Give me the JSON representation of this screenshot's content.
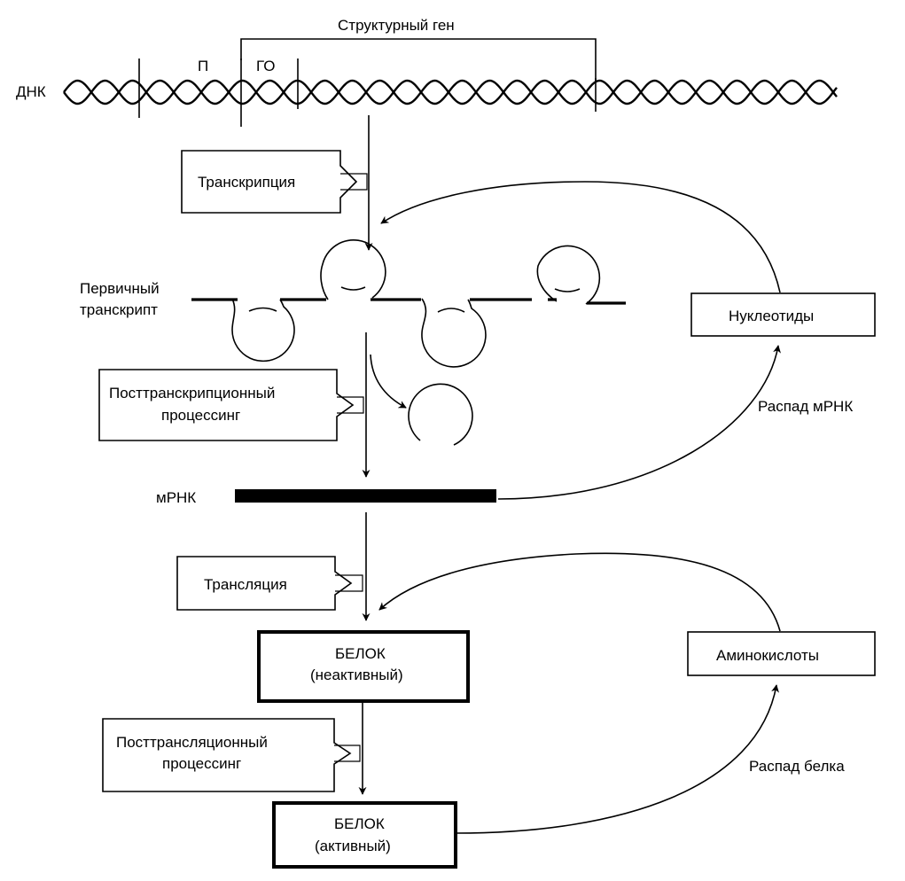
{
  "dna": {
    "label": "ДНК",
    "promoter": "П",
    "operator": "ГО",
    "structural_gene": "Структурный ген"
  },
  "steps": {
    "transcription": "Транскрипция",
    "post_transcriptional": [
      "Посттранскрипционный",
      "процессинг"
    ],
    "translation": "Трансляция",
    "post_translational": [
      "Посттрансляционный",
      "процессинг"
    ]
  },
  "molecules": {
    "primary_transcript": [
      "Первичный",
      "транскрипт"
    ],
    "mrna": "мРНК",
    "protein_inactive": [
      "БЕЛОК",
      "(неактивный)"
    ],
    "protein_active": [
      "БЕЛОК",
      "(активный)"
    ]
  },
  "pools": {
    "nucleotides": "Нуклеотиды",
    "amino_acids": "Аминокислоты"
  },
  "degradation": {
    "mrna_decay": "Распад мРНК",
    "protein_decay": "Распад белка"
  }
}
